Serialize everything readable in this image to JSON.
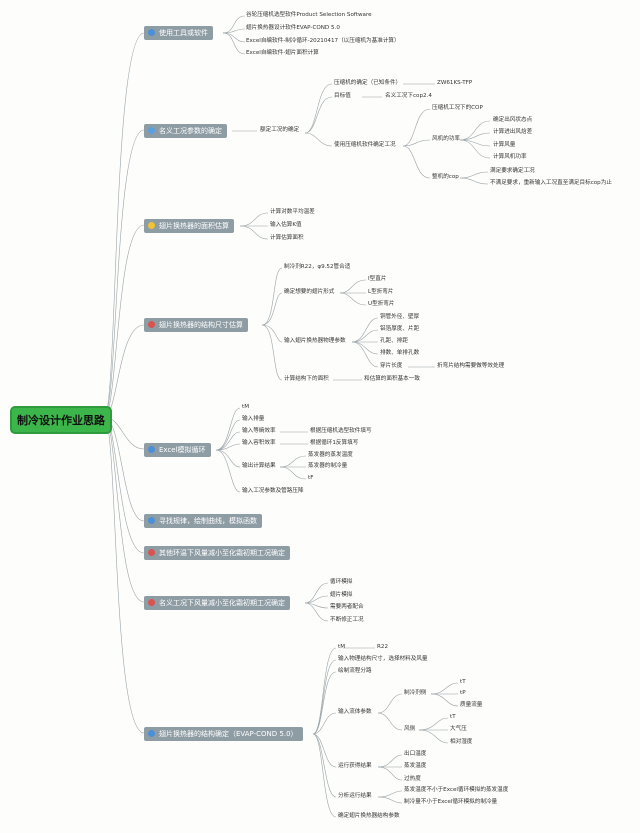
{
  "root": {
    "label": "制冷设计作业思路"
  },
  "topics": [
    {
      "label": "使用工具或软件",
      "icon": "home-icon",
      "color": "#4a90d9"
    },
    {
      "label": "名义工况参数的确定",
      "icon": "document-icon",
      "color": "#5aa0e0"
    },
    {
      "label": "翅片换热器的面积估算",
      "icon": "lightbulb-icon",
      "color": "#f2c230"
    },
    {
      "label": "翅片换热器的结构尺寸估算",
      "icon": "mountain-icon",
      "color": "#d9534f"
    },
    {
      "label": "Excel模拟循环",
      "icon": "home-icon",
      "color": "#4a90d9"
    },
    {
      "label": "寻找规律，绘制曲线，模拟函数",
      "icon": "home-icon",
      "color": "#4a90d9"
    },
    {
      "label": "其他环温下风量减小至化霜初期工况确定",
      "icon": "mountain-icon",
      "color": "#d9534f"
    },
    {
      "label": "名义工况下风量减小至化霜初期工况确定",
      "icon": "mountain-icon",
      "color": "#d9534f"
    },
    {
      "label": "翅片换热器的结构确定（EVAP-COND 5.0）",
      "icon": "home-icon",
      "color": "#4a90d9"
    }
  ],
  "sub": {
    "t1": [
      "谷轮压缩机选型软件Product Selection Software",
      "翅片换热器设计软件EVAP-COND 5.0",
      "Excel自编软件-制冷循环-20210417（以压缩机为基准计算）",
      "Excel自编软件-翅片面积计算"
    ],
    "t2": {
      "a": "额定工况的确定",
      "b1": "压缩机的确定（已知条件）",
      "b1v": "ZW61KS-TFP",
      "b2": "目标值",
      "b2v": "名义工况下cop2.4",
      "b3": "使用压缩机软件确定工况",
      "c1": "压缩机工况下的COP",
      "c2": "风机的功率",
      "c2i": [
        "确定出风状态点",
        "计算进出风焓差",
        "计算风量",
        "计算风机功率"
      ],
      "c3": "整机的cop",
      "c3i": [
        "满足要求确定工况",
        "不满足要求，重新输入工况直至满足目标cop为止"
      ]
    },
    "t3": [
      "计算对数平均温差",
      "输入估算K值",
      "计算估算面积"
    ],
    "t4": {
      "a": "制冷剂R22，φ9.52管合适",
      "b": "确定想要的翅片形式",
      "bi": [
        "I型直片",
        "L型折弯片",
        "U型折弯片"
      ],
      "c": "输入翅片换热器物理参数",
      "ci": [
        "铜管外径、壁厚",
        "铝箔厚度、片距",
        "孔距、排距",
        "排数、单排孔数",
        "穿片长度"
      ],
      "cv": "折弯片结构需要做等效处理",
      "d": "计算结构下的面积",
      "dv": "和估算的面积基本一致"
    },
    "t5": {
      "a": "tM",
      "b": "输入排量",
      "c": "输入等熵效率",
      "cv": "根据压缩机选型软件填写",
      "d": "输入容积效率",
      "dv": "根据循环1反算填写",
      "e": "输出计算结果",
      "ei": [
        "蒸发器的蒸发温度",
        "蒸发器的制冷量",
        "tF"
      ],
      "f": "输入工况参数及管路压降"
    },
    "t8": [
      "循环模拟",
      "翅片模拟",
      "需要两者配合",
      "不断修正工况"
    ],
    "t9": {
      "a": "tM",
      "av": "R22",
      "b": "输入物理结构尺寸，选择材料及风量",
      "c": "绘制流程分路",
      "d": "输入流体参数",
      "d1": "制冷剂侧",
      "d1i": [
        "tT",
        "tP",
        "质量流量"
      ],
      "d2": "风侧",
      "d2i": [
        "tT",
        "大气压",
        "相对湿度"
      ],
      "e": "运行获得结果",
      "ei": [
        "出口温度",
        "蒸发温度",
        "过热度"
      ],
      "f": "分析运行结果",
      "fi": [
        "蒸发温度不小于Excel循环模拟的蒸发温度",
        "制冷量不小于Excel循环模拟的制冷量"
      ],
      "g": "确定翅片换热器结构参数"
    }
  }
}
